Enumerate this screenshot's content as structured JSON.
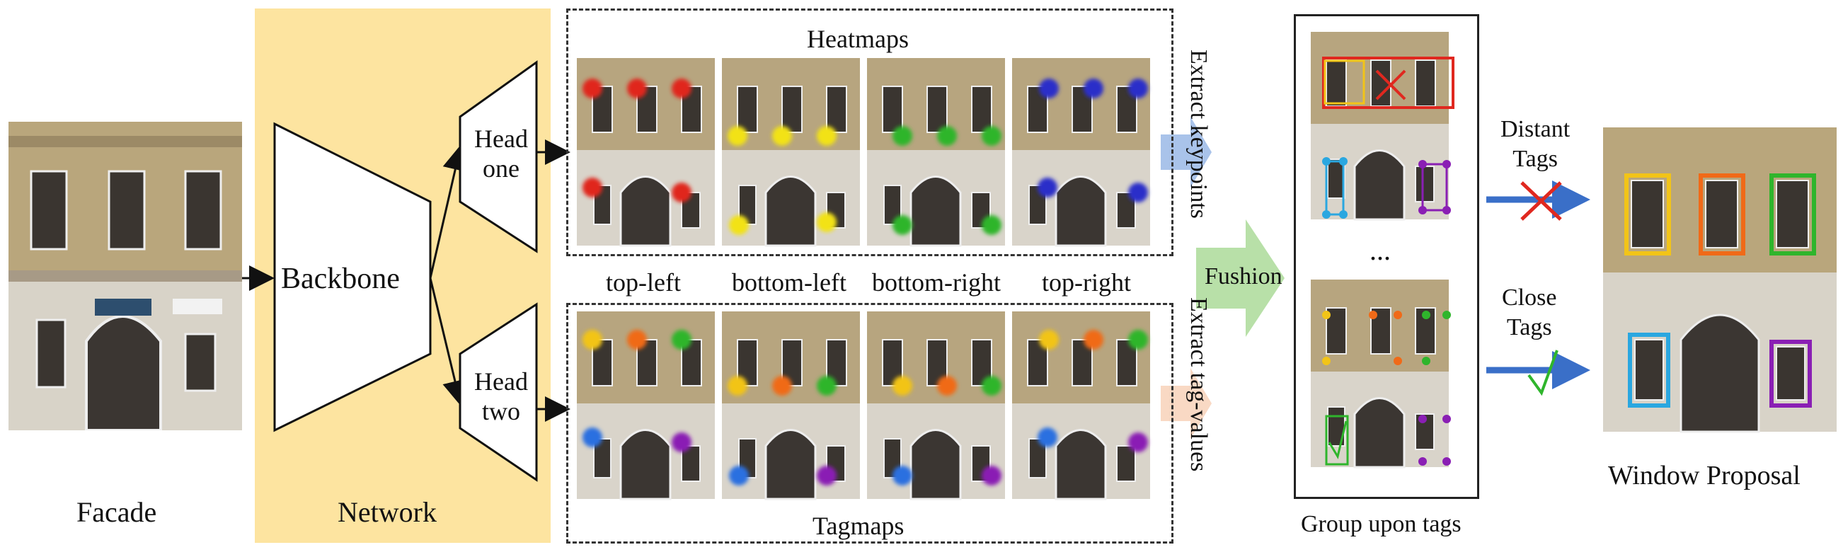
{
  "colors": {
    "network_bg": "#fde4a0",
    "red": "#e0281f",
    "yellow": "#f2e218",
    "green": "#2fb52c",
    "blue": "#2b2fc9",
    "orange": "#f06a18",
    "purple": "#8a1fb4",
    "light_blue": "#2aa7e0",
    "arrow_blue": "#a9c3ea",
    "arrow_green": "#b8e0a8",
    "arrow_peach": "#f9d9c4"
  },
  "labels": {
    "facade": "Facade",
    "network": "Network",
    "backbone": "Backbone",
    "head_one_line1": "Head",
    "head_one_line2": "one",
    "head_two_line1": "Head",
    "head_two_line2": "two",
    "heatmaps": "Heatmaps",
    "tagmaps": "Tagmaps",
    "col_top_left": "top-left",
    "col_bottom_left": "bottom-left",
    "col_bottom_right": "bottom-right",
    "col_top_right": "top-right",
    "extract_keypoints": "Extract keypoints",
    "extract_tag_values": "Extract tag-values",
    "fushion": "Fushion",
    "ellipsis": "...",
    "group_upon_tags": "Group upon tags",
    "distant_tags_line1": "Distant",
    "distant_tags_line2": "Tags",
    "close_tags_line1": "Close",
    "close_tags_line2": "Tags",
    "window_proposal": "Window Proposal"
  },
  "icons": {
    "reject": "cross-icon",
    "accept": "check-icon"
  }
}
